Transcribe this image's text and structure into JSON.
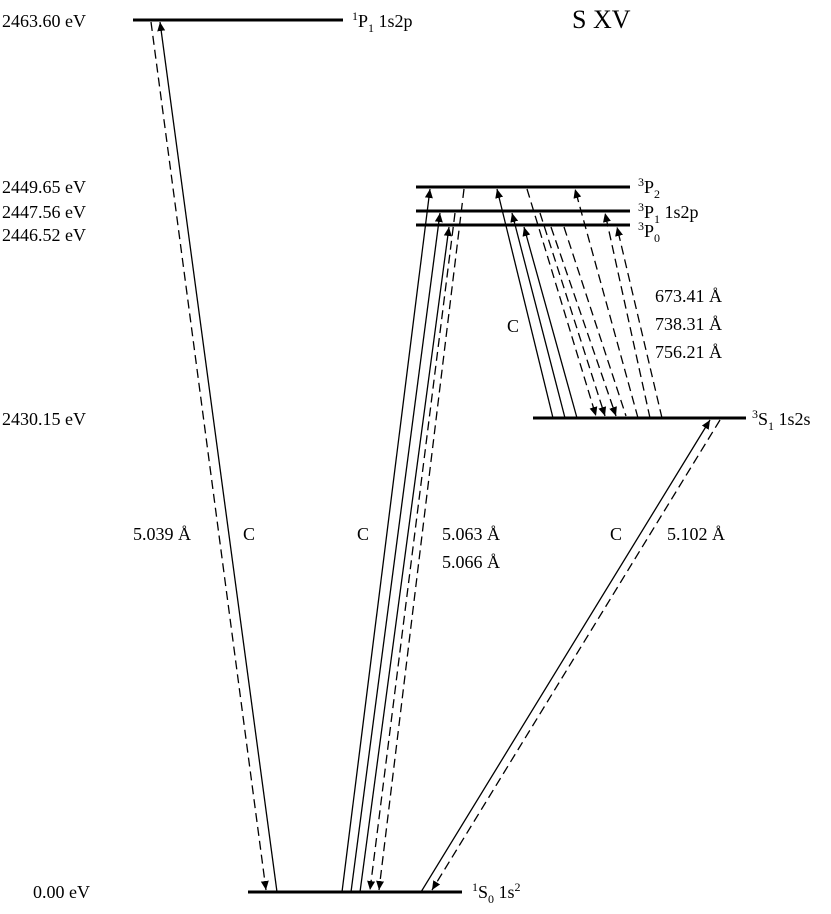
{
  "title": "S XV",
  "levels": {
    "p1_1s2p": {
      "energy": "2463.60 eV",
      "term_sup": "1",
      "term_letter": "P",
      "term_sub": "1",
      "config": " 1s2p"
    },
    "p2": {
      "energy": "2449.65 eV",
      "term_sup": "3",
      "term_letter": "P",
      "term_sub": "2"
    },
    "p1_3": {
      "energy": "2447.56 eV",
      "term_sup": "3",
      "term_letter": "P",
      "term_sub": "1",
      "config": " 1s2p"
    },
    "p0": {
      "energy": "2446.52 eV",
      "term_sup": "3",
      "term_letter": "P",
      "term_sub": "0"
    },
    "s1_1s2s": {
      "energy": "2430.15 eV",
      "term_sup": "3",
      "term_letter": "S",
      "term_sub": "1",
      "config": " 1s2s"
    },
    "ground": {
      "energy": "0.00 eV",
      "term_sup": "1",
      "term_letter": "S",
      "term_sub": "0",
      "config_base": " 1s",
      "config_sup": "2"
    }
  },
  "transition_labels": {
    "w_wavelength": "5.039 Å",
    "w_c": "C",
    "xyz_c": "C",
    "xy_wavelength_1": "5.063 Å",
    "xy_wavelength_2": "5.066 Å",
    "z_c": "C",
    "z_wavelength": "5.102 Å",
    "triplet_c": "C",
    "triplet_wavelength_1": "673.41 Å",
    "triplet_wavelength_2": "738.31 Å",
    "triplet_wavelength_3": "756.21 Å"
  }
}
